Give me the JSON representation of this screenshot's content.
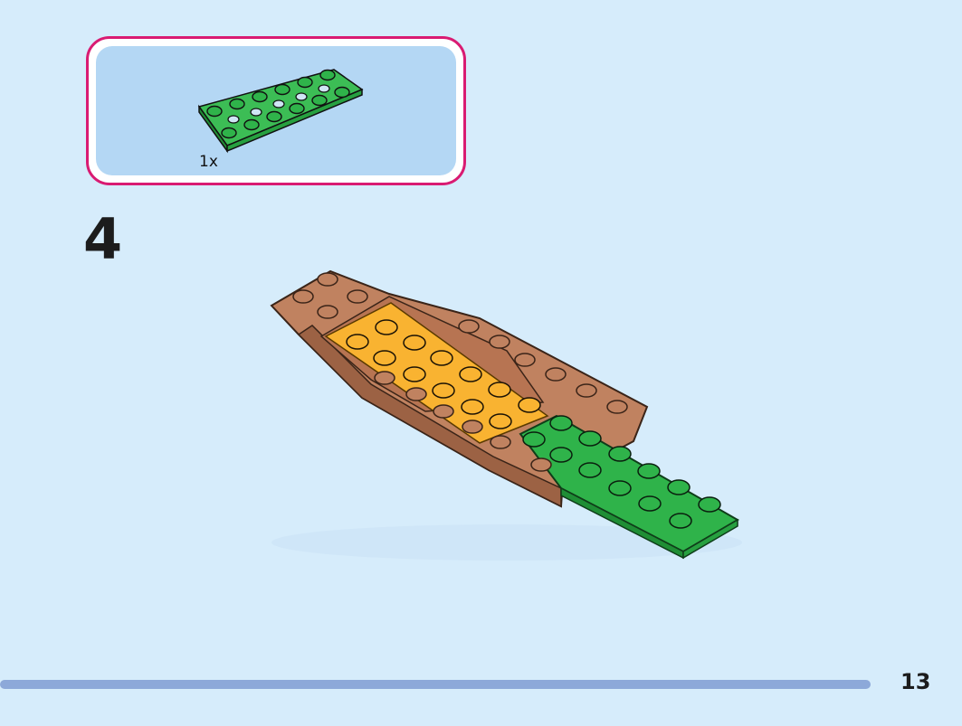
{
  "callout": {
    "quantity": "1x",
    "part_icon": "green-technic-plate-2x6-icon",
    "border_color": "#d91b72",
    "fill_color": "#b4d7f4"
  },
  "step": {
    "number": "4"
  },
  "model": {
    "icon": "brick-boat-hull-assembly-icon",
    "colors": {
      "brown": "#c08260",
      "orange": "#f9b331",
      "green": "#2fb34a"
    }
  },
  "footer": {
    "page_number": "13",
    "bar_color": "#8da9d9"
  }
}
